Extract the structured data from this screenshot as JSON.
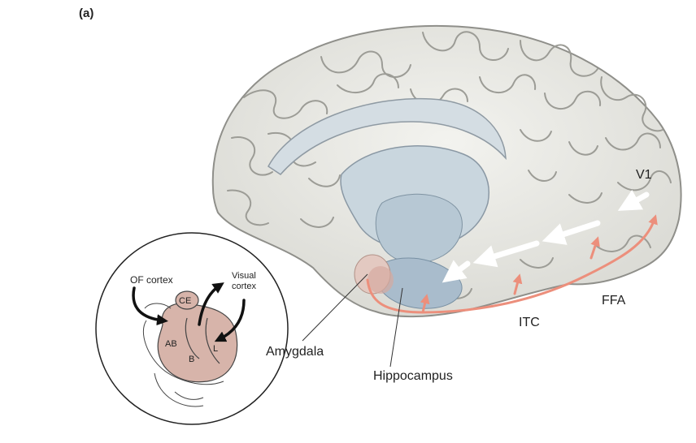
{
  "panel_label": "(a)",
  "inset": {
    "of_cortex": "OF cortex",
    "visual_cortex": "Visual cortex",
    "nuclei": {
      "ce": "CE",
      "ab": "AB",
      "b": "B",
      "l": "L"
    }
  },
  "labels": {
    "amygdala": "Amygdala",
    "hippocampus": "Hippocampus",
    "itc": "ITC",
    "ffa": "FFA",
    "v1": "V1"
  },
  "colors": {
    "brain": "#e9e9e4",
    "gyrus_line": "#9c9c96",
    "ventricle": "#c9d6de",
    "hippocampus": "#a9bccc",
    "feedforward_arrow": "#ffffff",
    "feedback_arrow": "#ec8f7c",
    "amygdala_nuclei": "#d7b4aa",
    "inset_arrow": "#111111"
  }
}
